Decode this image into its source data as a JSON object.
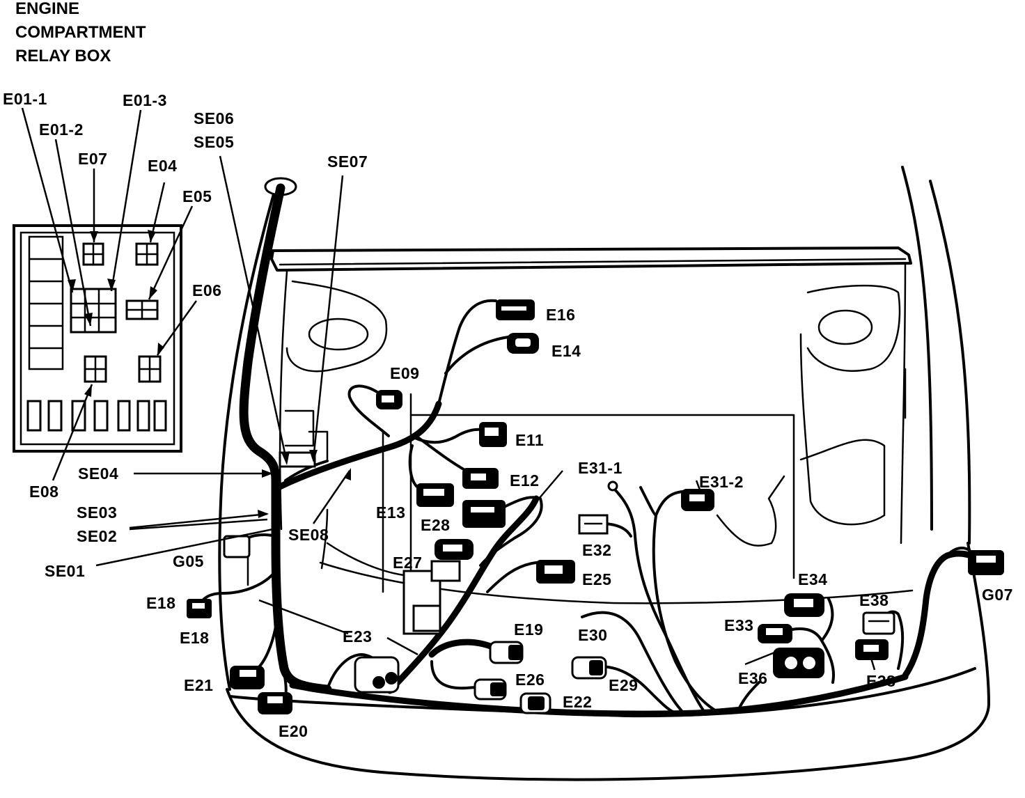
{
  "title_lines": [
    "ENGINE",
    "COMPARTMENT",
    "RELAY BOX"
  ],
  "labels": {
    "E01_1": "E01-1",
    "E01_2": "E01-2",
    "E01_3": "E01-3",
    "E07": "E07",
    "E04": "E04",
    "E05": "E05",
    "E06": "E06",
    "E08": "E08",
    "SE06": "SE06",
    "SE05": "SE05",
    "SE07": "SE07",
    "SE04": "SE04",
    "SE03": "SE03",
    "SE02": "SE02",
    "SE01": "SE01",
    "SE08": "SE08",
    "G05": "G05",
    "G07": "G07",
    "E09": "E09",
    "E11": "E11",
    "E12": "E12",
    "E13": "E13",
    "E14": "E14",
    "E16": "E16",
    "E18a": "E18",
    "E18b": "E18",
    "E19": "E19",
    "E20": "E20",
    "E21": "E21",
    "E22": "E22",
    "E23": "E23",
    "E25": "E25",
    "E26": "E26",
    "E27": "E27",
    "E28": "E28",
    "E29": "E29",
    "E30": "E30",
    "E31_1": "E31-1",
    "E31_2": "E31-2",
    "E32": "E32",
    "E33": "E33",
    "E34": "E34",
    "E36": "E36",
    "E38a": "E38",
    "E38b": "E38"
  }
}
